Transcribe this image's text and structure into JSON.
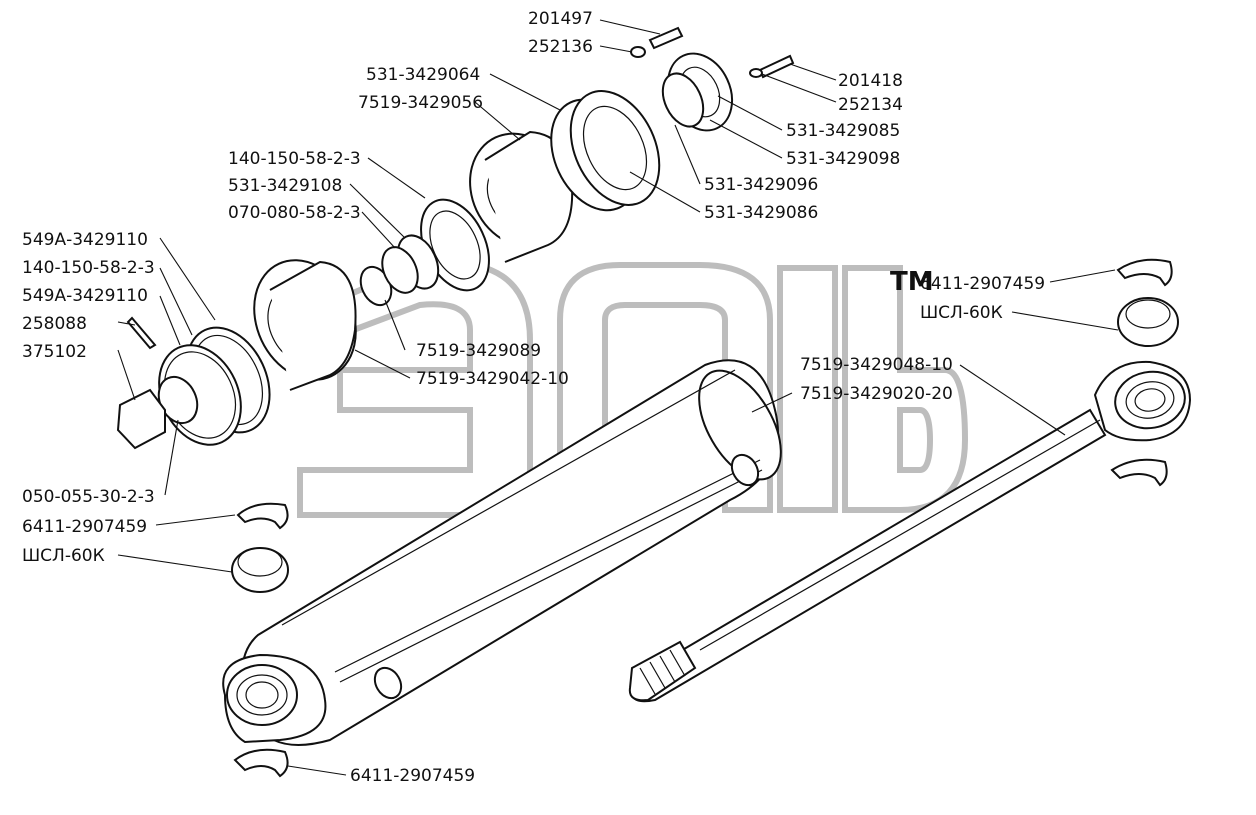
{
  "watermark": {
    "text": "ЭПсЬ",
    "mark": "TM"
  },
  "corner_note": "",
  "labels": [
    {
      "id": "l01",
      "text": "201497"
    },
    {
      "id": "l02",
      "text": "252136"
    },
    {
      "id": "l03",
      "text": "201418"
    },
    {
      "id": "l04",
      "text": "252134"
    },
    {
      "id": "l05",
      "text": "531-3429064"
    },
    {
      "id": "l06",
      "text": "7519-3429056"
    },
    {
      "id": "l07",
      "text": "531-3429085"
    },
    {
      "id": "l08",
      "text": "531-3429098"
    },
    {
      "id": "l09",
      "text": "140-150-58-2-3"
    },
    {
      "id": "l10",
      "text": "531-3429108"
    },
    {
      "id": "l11",
      "text": "070-080-58-2-3"
    },
    {
      "id": "l12",
      "text": "531-3429096"
    },
    {
      "id": "l13",
      "text": "531-3429086"
    },
    {
      "id": "l14",
      "text": "549А-3429110"
    },
    {
      "id": "l15",
      "text": "140-150-58-2-3"
    },
    {
      "id": "l16",
      "text": "549А-3429110"
    },
    {
      "id": "l17",
      "text": "258088"
    },
    {
      "id": "l18",
      "text": "375102"
    },
    {
      "id": "l19",
      "text": "7519-3429089"
    },
    {
      "id": "l20",
      "text": "7519-3429042-10"
    },
    {
      "id": "l21",
      "text": "6411-2907459"
    },
    {
      "id": "l22",
      "text": "ШСЛ-60К"
    },
    {
      "id": "l23",
      "text": "7519-3429048-10"
    },
    {
      "id": "l24",
      "text": "7519-3429020-20"
    },
    {
      "id": "l25",
      "text": "050-055-30-2-3"
    },
    {
      "id": "l26",
      "text": "6411-2907459"
    },
    {
      "id": "l27",
      "text": "ШСЛ-60К"
    },
    {
      "id": "l28",
      "text": "6411-2907459"
    }
  ]
}
